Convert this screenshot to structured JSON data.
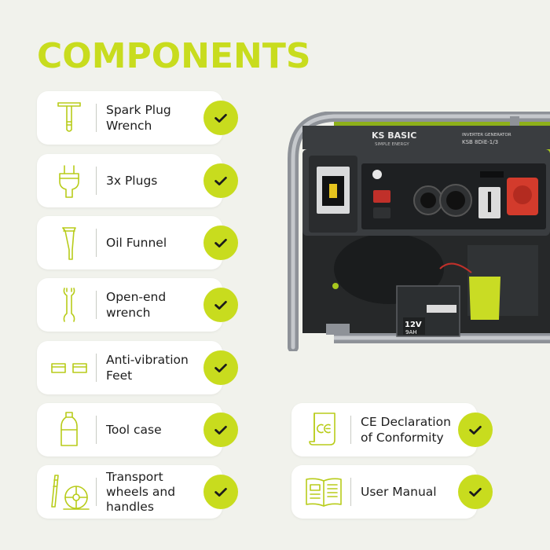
{
  "page": {
    "title": "COMPONENTS"
  },
  "colors": {
    "accent": "#c8dc1e",
    "background": "#f1f2ec",
    "card": "#ffffff",
    "text": "#1d1d1d"
  },
  "components": [
    {
      "label": "Spark Plug\nWrench",
      "icon": "spark-plug-wrench-icon",
      "checked": true
    },
    {
      "label": "3x Plugs",
      "icon": "plug-icon",
      "checked": true
    },
    {
      "label": "Oil Funnel",
      "icon": "funnel-icon",
      "checked": true
    },
    {
      "label": "Open-end\nwrench",
      "icon": "open-end-wrench-icon",
      "checked": true
    },
    {
      "label": "Anti-vibration\nFeet",
      "icon": "anti-vibration-feet-icon",
      "checked": true
    },
    {
      "label": "Tool case",
      "icon": "tool-case-icon",
      "checked": true
    },
    {
      "label": "Transport\nwheels and\nhandles",
      "icon": "transport-wheel-icon",
      "checked": true
    },
    {
      "label": "CE Declaration\nof Conformity",
      "icon": "ce-document-icon",
      "checked": true
    },
    {
      "label": "User Manual",
      "icon": "user-manual-icon",
      "checked": true
    }
  ],
  "product": {
    "brand": "KS BASIC",
    "tagline": "SIMPLE ENERGY",
    "model_line1": "INVERTER GENERATOR",
    "model_line2": "KSB 8DiE-1/3",
    "battery_voltage": "12V",
    "battery_capacity": "9AH"
  }
}
